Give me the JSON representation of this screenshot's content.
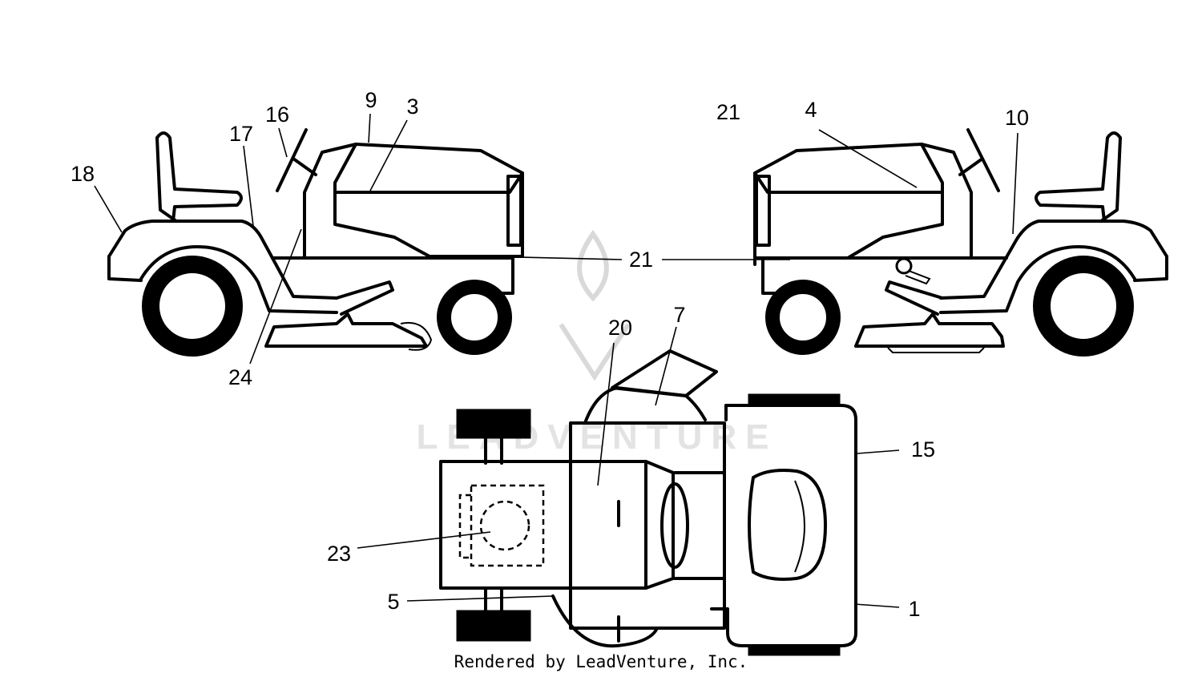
{
  "watermark": {
    "brand": "LEADVENTURE"
  },
  "footer": {
    "text": "Rendered by LeadVenture, Inc."
  },
  "labels": {
    "l1": "1",
    "l3": "3",
    "l4": "4",
    "l5": "5",
    "l7": "7",
    "l9": "9",
    "l10": "10",
    "l15": "15",
    "l16": "16",
    "l17": "17",
    "l18": "18",
    "l20": "20",
    "l21a": "21",
    "l21b": "21",
    "l23": "23",
    "l24": "24"
  }
}
